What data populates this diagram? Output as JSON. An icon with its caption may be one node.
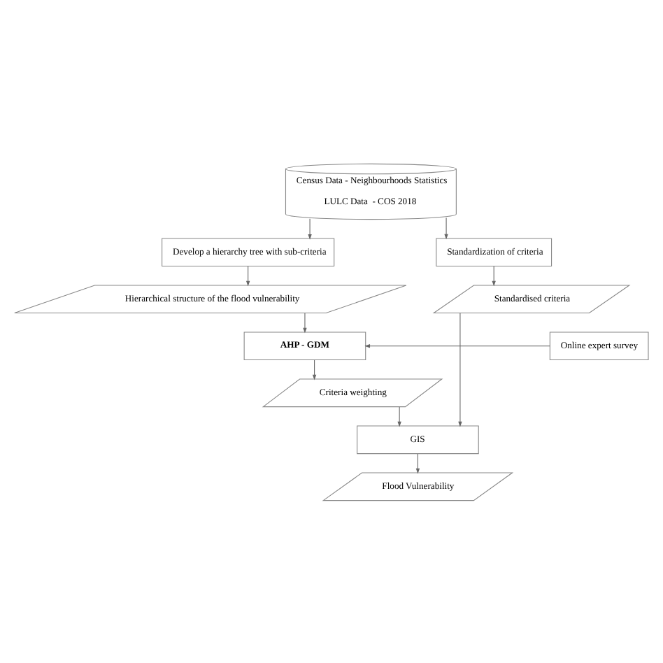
{
  "diagram": {
    "nodes": [
      {
        "text": [
          "Census Data - Neighbourhoods Statistics",
          "LULC Data  - COS 2018"
        ]
      },
      {
        "text": [
          "Develop a hierarchy tree with sub-criteria"
        ]
      },
      {
        "text": [
          "Standardization of criteria"
        ]
      },
      {
        "text": [
          "Hierarchical structure of the flood vulnerability"
        ]
      },
      {
        "text": [
          "Standardised criteria"
        ]
      },
      {
        "text": [
          "AHP - GDM"
        ]
      },
      {
        "text": [
          "Online expert survey"
        ]
      },
      {
        "text": [
          "Criteria weighting"
        ]
      },
      {
        "text": [
          "GIS"
        ]
      },
      {
        "text": [
          "Flood Vulnerability"
        ]
      }
    ],
    "edges": [
      {
        "from": 0,
        "to": 1,
        "arrow": "to"
      },
      {
        "from": 0,
        "to": 2,
        "arrow": "to"
      },
      {
        "from": 1,
        "to": 3,
        "arrow": "to"
      },
      {
        "from": 2,
        "to": 4,
        "arrow": "to"
      },
      {
        "from": 3,
        "to": 5,
        "arrow": "to"
      },
      {
        "from": 6,
        "to": 5,
        "arrow": "to"
      },
      {
        "from": 5,
        "to": 7,
        "arrow": "to"
      },
      {
        "from": 7,
        "to": 8,
        "arrow": "to"
      },
      {
        "from": 4,
        "to": 8,
        "arrow": "to"
      },
      {
        "from": 8,
        "to": 9,
        "arrow": "to"
      }
    ]
  }
}
